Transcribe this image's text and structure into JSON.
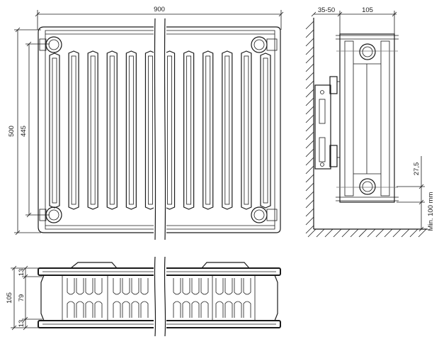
{
  "front_view": {
    "width_label": "900",
    "height_label": "500",
    "inner_height_label": "445",
    "fin_count": 12
  },
  "side_view": {
    "wall_gap_label": "35-50",
    "depth_label": "105",
    "bottom_offset_label": "27,5",
    "floor_clearance_label": "Min. 100 mm"
  },
  "top_view": {
    "total_depth_label": "105",
    "top_panel_label": "13",
    "core_label": "79",
    "bottom_panel_label": "13"
  }
}
